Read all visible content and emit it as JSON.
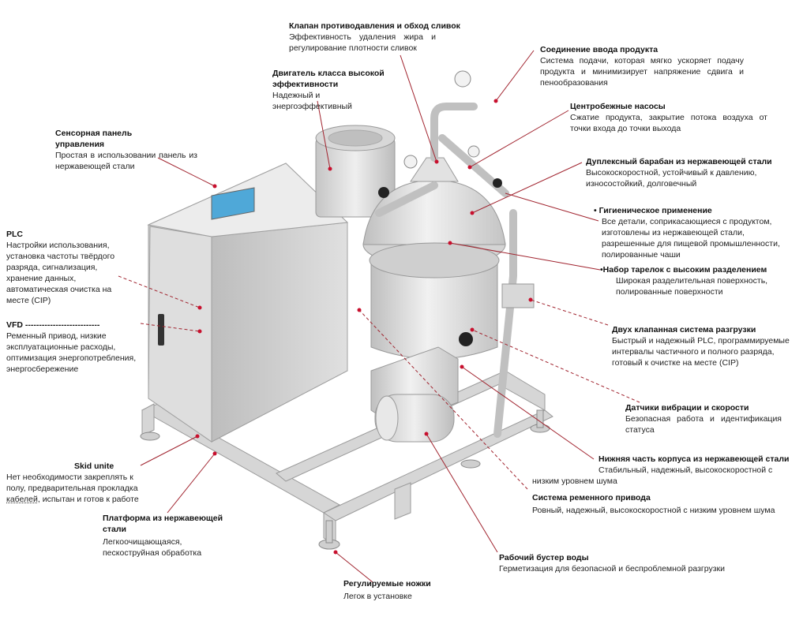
{
  "labels": {
    "valve": {
      "title": "Клапан противодавления и обход сливок",
      "desc": "Эффективность удаления жира и регулирование плотности сливок"
    },
    "inlet": {
      "title": "Соединение ввода продукта",
      "desc": "Система подачи, которая мягко ускоряет подачу продукта и минимизирует напряжение сдвига и пенообразования"
    },
    "motor": {
      "title": "Двигатель класса высокой эффективности",
      "desc": "Надежный и энергоэффективный"
    },
    "pumps": {
      "title": "Центробежные насосы",
      "desc": "Сжатие продукта, закрытие потока воздуха от точки входа до точки выхода"
    },
    "panel": {
      "title": "Сенсорная панель управления",
      "desc": "Простая в использовании панель из нержавеющей стали"
    },
    "drum": {
      "title": "Дуплексный барабан из нержавеющей стали",
      "desc": "Высокоскоростной, устойчивый к давлению, износостойкий, долговечный"
    },
    "hygiene": {
      "title": "• Гигиеническое применение",
      "desc": "Все детали, соприкасающиеся с продуктом, изготовлены из нержавеющей стали, разрешенные для пищевой промышленности, полированные чаши"
    },
    "plc": {
      "title": "PLC",
      "desc": "Настройки использования, установка частоты твёрдого разряда, сигнализация, хранение данных, автоматическая очистка на месте (CIP)"
    },
    "discs": {
      "title": "•Набор тарелок с высоким разделением",
      "desc": "Широкая разделительная поверхность, полированные поверхности"
    },
    "vfd": {
      "title": "VFD ---------------------------",
      "desc": "Ременный привод, низкие эксплуатационные расходы, оптимизация энергопотребления, энергосбережение"
    },
    "discharge": {
      "title": "Двух клапанная система разгрузки",
      "desc": "Быстрый и надежный PLC, программируемые интервалы частичного и полного разряда, готовый к очистке на месте (CIP)"
    },
    "sensors": {
      "title": "Датчики вибрации и скорости",
      "desc": "Безопасная работа и идентификация статуса"
    },
    "housing": {
      "title": "Нижняя часть корпуса из нержавеющей стали",
      "desc": "Стабильный, надежный, высокоскоростной с",
      "desc2": "низким уровнем шума"
    },
    "skid": {
      "title": "Skid unite",
      "desc": "Нет необходимости закреплять к полу, предварительная прокладка",
      "desc_u": "кабелей",
      "desc_rest": ", испытан и  готов к работе"
    },
    "belt": {
      "title": "Система ременного привода",
      "desc": "Ровный, надежный, высокоскоростной с низким уровнем шума"
    },
    "platform": {
      "title": "Платформа из нержавеющей стали",
      "desc": "Легкоочищающаяся, пескоструйная обработка"
    },
    "booster": {
      "title": "Рабочий бустер воды",
      "desc": "Герметизация для безопасной и беспроблемной разгрузки"
    },
    "feet": {
      "title": "Регулируемые ножки",
      "desc": "Легок в установке"
    }
  },
  "colors": {
    "leader": "#a1242f",
    "dot": "#c8102e",
    "steel": "#d9d9d9",
    "screen": "#4fa8d8"
  }
}
